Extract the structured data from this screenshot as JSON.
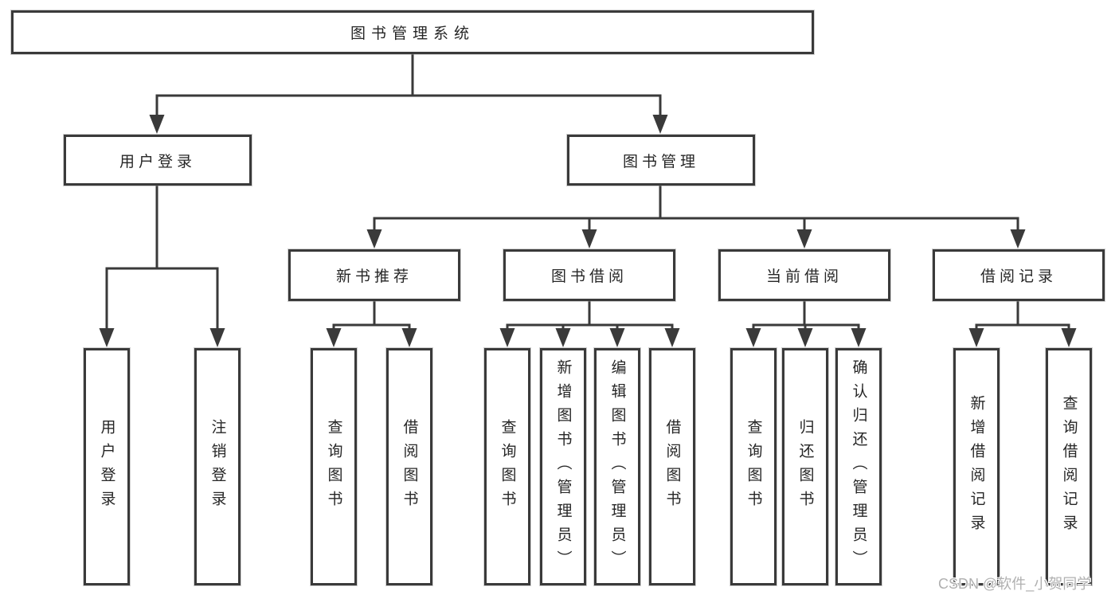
{
  "diagram": {
    "root": "图书管理系统",
    "branches": [
      "用户登录",
      "图书管理"
    ],
    "login_leaves": [
      "用户登录",
      "注销登录"
    ],
    "modules": [
      {
        "label": "新书推荐",
        "leaves": [
          "查询图书",
          "借阅图书"
        ]
      },
      {
        "label": "图书借阅",
        "leaves": [
          "查询图书",
          "新增图书（管理员）",
          "编辑图书（管理员）",
          "借阅图书"
        ]
      },
      {
        "label": "当前借阅",
        "leaves": [
          "查询图书",
          "归还图书",
          "确认归还（管理员）"
        ]
      },
      {
        "label": "借阅记录",
        "leaves": [
          "新增借阅记录",
          "查询借阅记录"
        ]
      }
    ]
  },
  "watermark": "CSDN @软件_小贺同学",
  "colors": {
    "line": "#3a3a3a",
    "text": "#262626",
    "watermark_gray": "#b0b0b0"
  }
}
